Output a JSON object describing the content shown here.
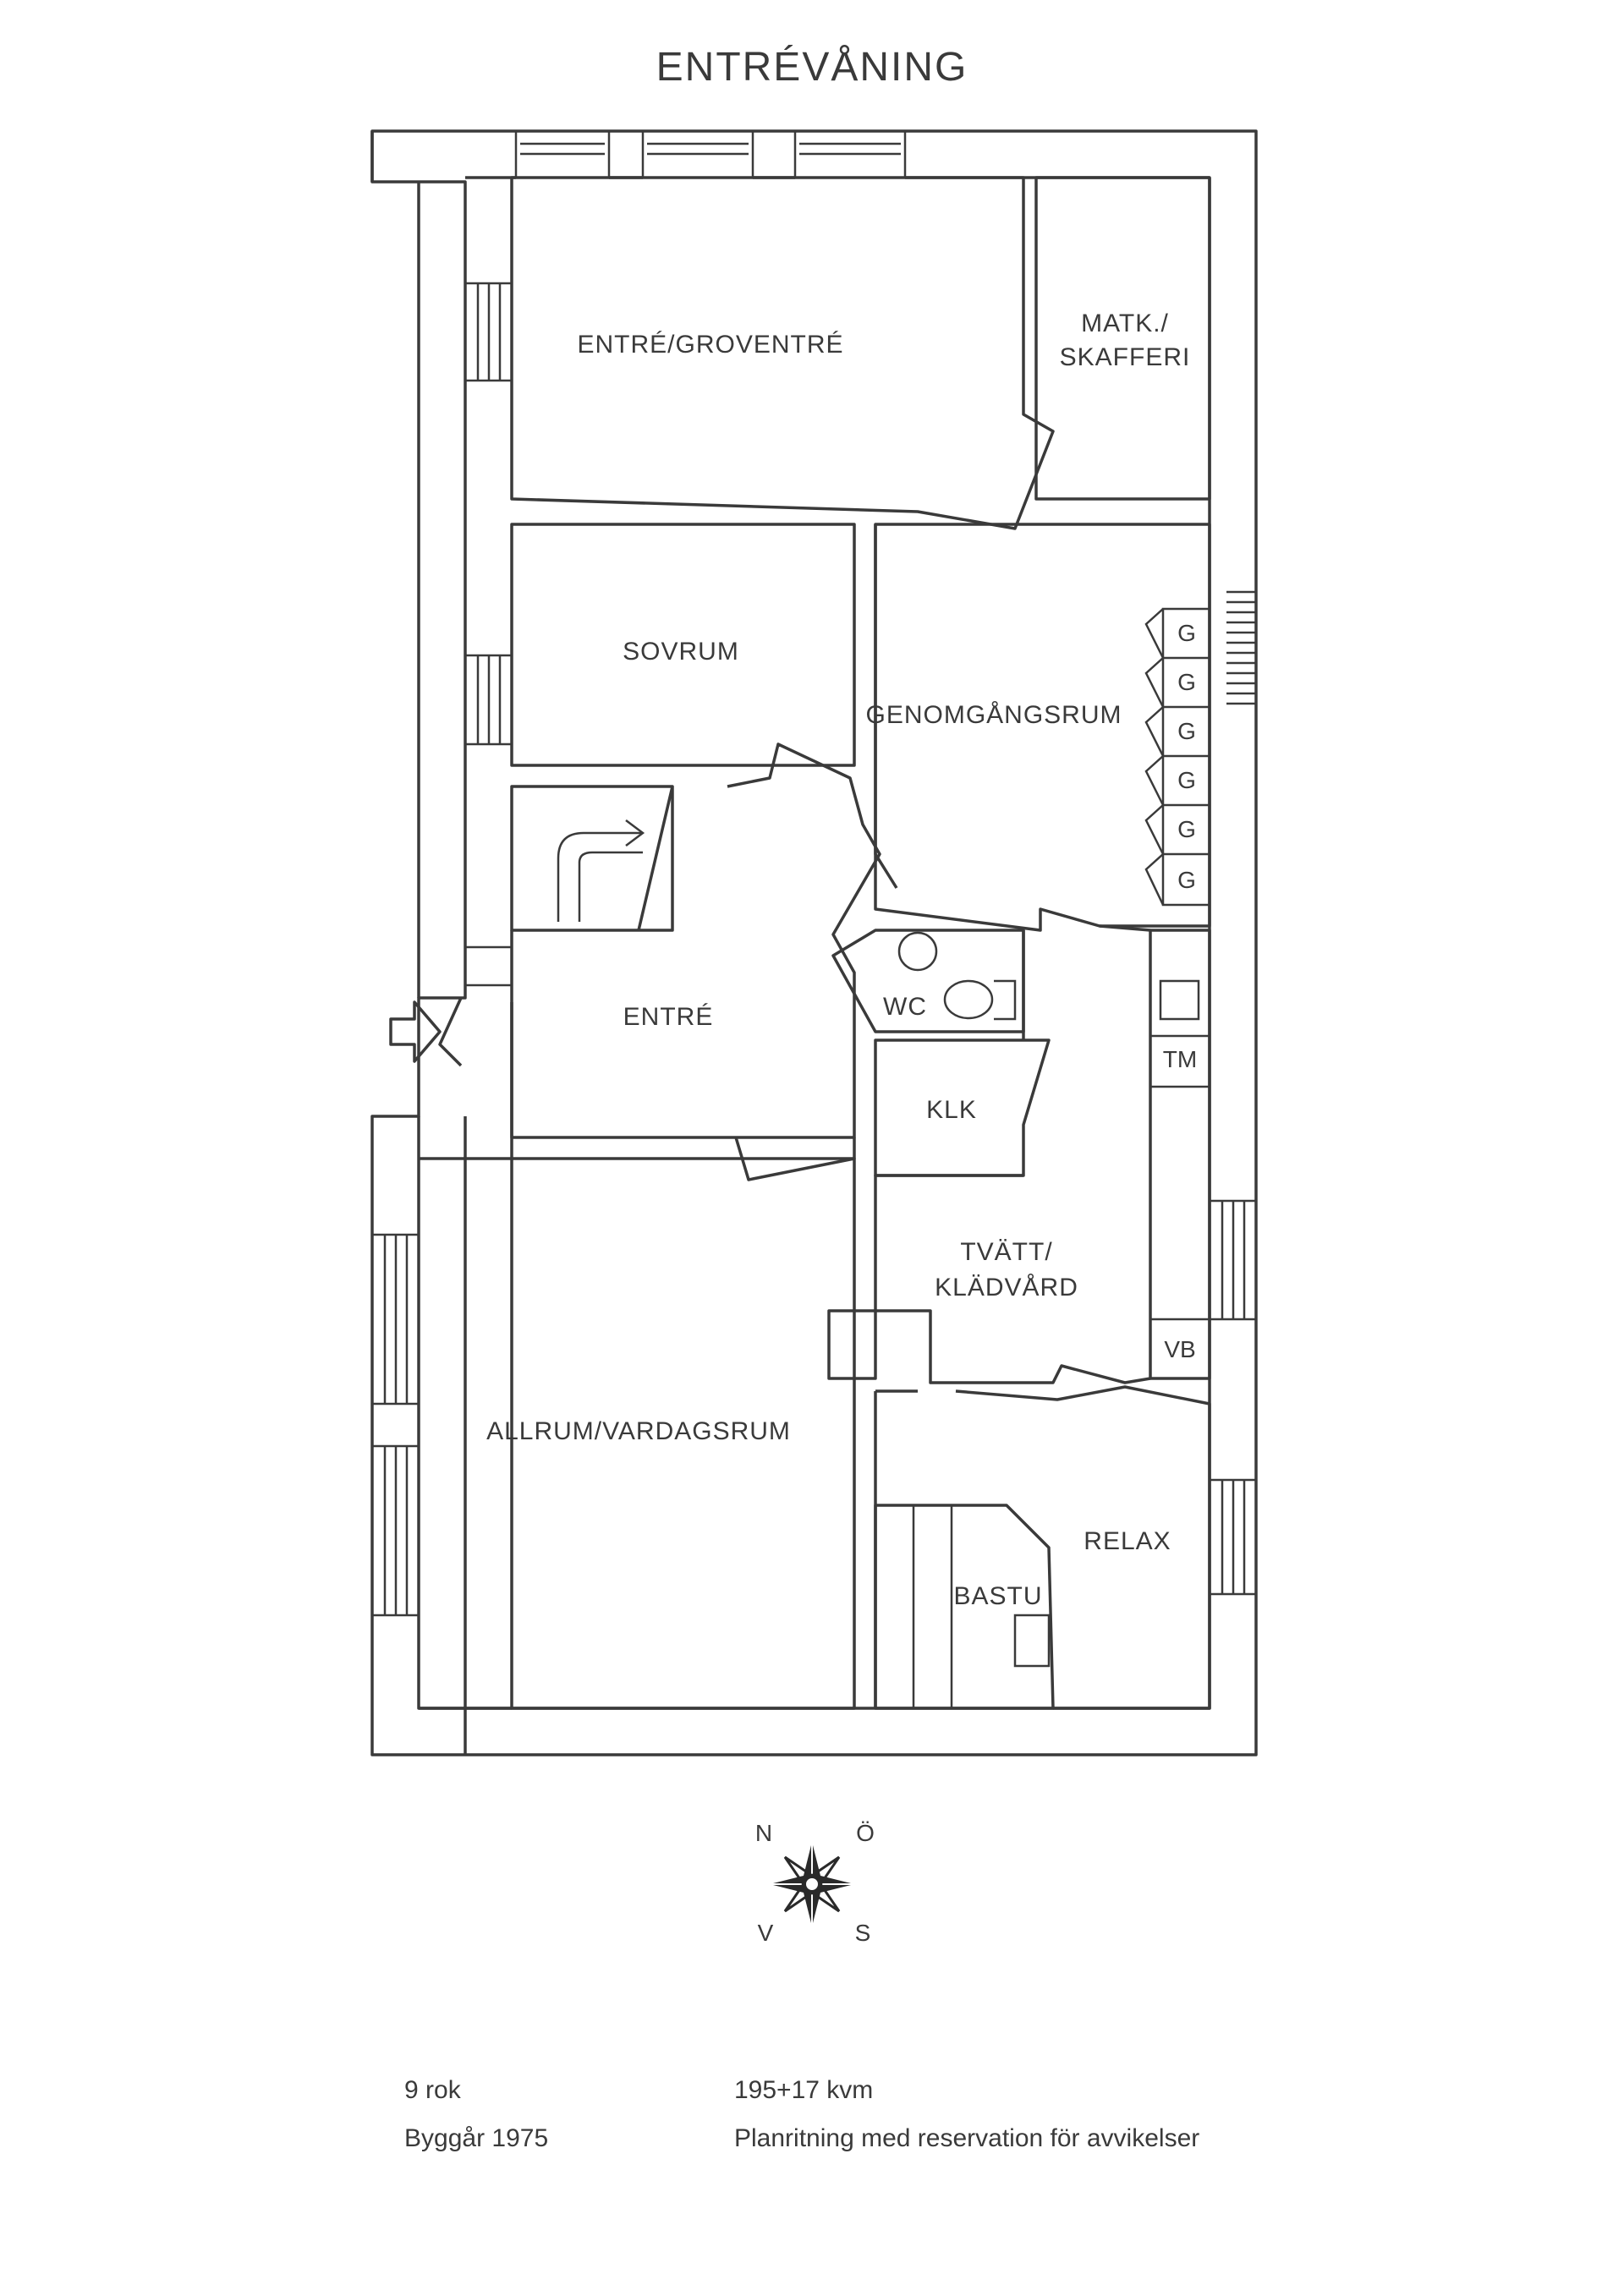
{
  "title": "ENTRÉVÅNING",
  "rooms": {
    "entre_groventre": "ENTRÉ/GROVENTRÉ",
    "matk_skafferi_1": "MATK./",
    "matk_skafferi_2": "SKAFFERI",
    "sovrum": "SOVRUM",
    "genomgangsrum": "GENOMGÅNGSRUM",
    "entre": "ENTRÉ",
    "wc": "WC",
    "klk": "KLK",
    "tm": "TM",
    "tvatt_1": "TVÄTT/",
    "tvatt_2": "KLÄDVÅRD",
    "vb": "VB",
    "allrum": "ALLRUM/VARDAGSRUM",
    "relax": "RELAX",
    "bastu": "BASTU",
    "wardrobe": "G"
  },
  "compass": {
    "n": "N",
    "o": "Ö",
    "v": "V",
    "s": "S"
  },
  "info": {
    "rooms": "9 rok",
    "area": "195+17 kvm",
    "built": "Byggår 1975",
    "disclaimer": "Planritning med reservation för avvikelser"
  }
}
